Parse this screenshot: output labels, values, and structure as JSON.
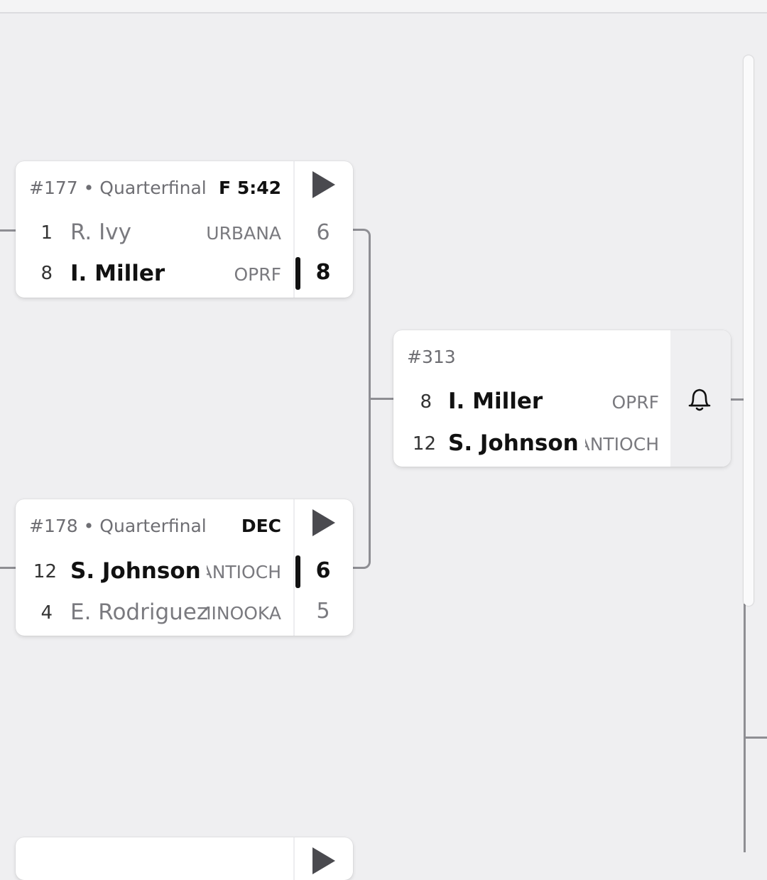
{
  "bracket": {
    "match_177": {
      "header": "#177 • Quarterfinal",
      "result": "F 5:42",
      "play_icon": "play-icon",
      "top": {
        "seed": "1",
        "name": "R. Ivy",
        "team": "URBANA",
        "score": "6"
      },
      "bottom": {
        "seed": "8",
        "name": "I. Miller",
        "team": "OPRF",
        "score": "8"
      },
      "winner": "bottom"
    },
    "match_178": {
      "header": "#178 • Quarterfinal",
      "result": "DEC",
      "play_icon": "play-icon",
      "top": {
        "seed": "12",
        "name": "S. Johnson",
        "team": "ANTIOCH",
        "score": "6"
      },
      "bottom": {
        "seed": "4",
        "name": "E. Rodriguez",
        "team": "MINOOKA",
        "score": "5"
      },
      "winner": "top"
    },
    "match_313": {
      "header": "#313",
      "bell_icon": "bell-icon",
      "top": {
        "seed": "8",
        "name": "I. Miller",
        "team": "OPRF"
      },
      "bottom": {
        "seed": "12",
        "name": "S. Johnson",
        "team": "ANTIOCH"
      }
    }
  },
  "colors": {
    "background": "#efeff1",
    "card": "#ffffff",
    "connector": "#8e8e93",
    "winner_bar": "#111111"
  }
}
